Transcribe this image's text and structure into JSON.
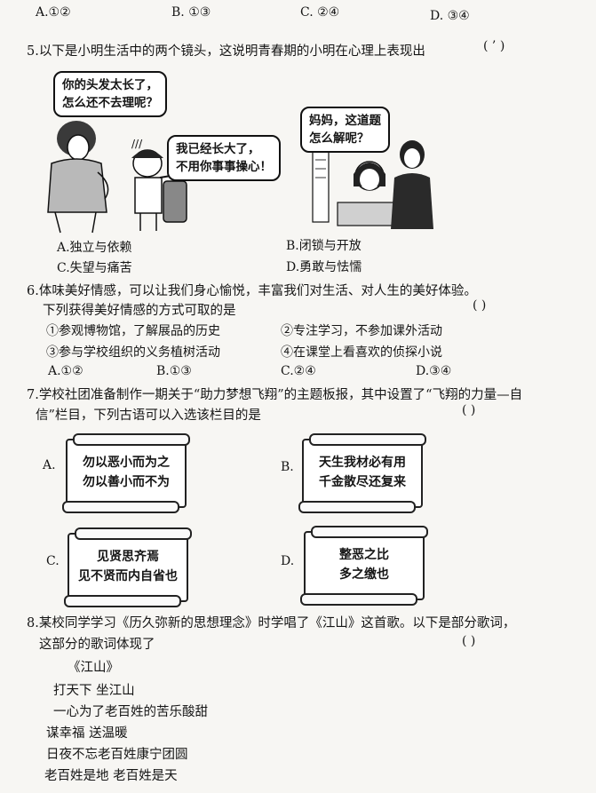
{
  "prev_options": [
    "A.①②",
    "B. ①③",
    "C. ②④",
    "D. ③④"
  ],
  "q5": {
    "stem": "5.以下是小明生活中的两个镜头，这说明青春期的小明在心理上表现出",
    "blank": "(  ’  )",
    "bubble_mom": [
      "你的头发太长了，",
      "怎么还不去理呢？"
    ],
    "bubble_boy": [
      "我已经长大了，",
      "不用你事事操心！"
    ],
    "bubble_girl": [
      "妈妈，这道题",
      "怎么解呢？"
    ],
    "options": [
      "A.独立与依赖",
      "B.闭锁与开放",
      "C.失望与痛苦",
      "D.勇敢与怯懦"
    ]
  },
  "q6": {
    "stem1": "6.体味美好情感，可以让我们身心愉悦，丰富我们对生活、对人生的美好体验。",
    "stem2": "下列获得美好情感的方式可取的是",
    "blank": "(     )",
    "items": [
      "①参观博物馆，了解展品的历史",
      "②专注学习，不参加课外活动",
      "③参与学校组织的义务植树活动",
      "④在课堂上看喜欢的侦探小说"
    ],
    "options": [
      "A.①②",
      "B.①③",
      "C.②④",
      "D.③④"
    ]
  },
  "q7": {
    "stem1": "7.学校社团准备制作一期关于“助力梦想飞翔”的主题板报，其中设置了“飞翔的力量—自",
    "stem2": "信”栏目，下列古语可以入选该栏目的是",
    "blank": "(     )",
    "scrolls": [
      {
        "label": "A.",
        "lines": [
          "勿以恶小而为之",
          "勿以善小而不为"
        ]
      },
      {
        "label": "B.",
        "lines": [
          "天生我材必有用",
          "千金散尽还复来"
        ]
      },
      {
        "label": "C.",
        "lines": [
          "见贤思齐焉",
          "见不贤而内自省也"
        ]
      },
      {
        "label": "D.",
        "lines": [
          "整恶之比",
          "多之缴也"
        ]
      }
    ]
  },
  "q8": {
    "stem1": "8.某校同学学习《历久弥新的思想理念》时学唱了《江山》这首歌。以下是部分歌词，",
    "stem2": "这部分的歌词体现了",
    "blank": "(     )",
    "title": "《江山》",
    "lyrics": [
      "打天下  坐江山",
      "一心为了老百姓的苦乐酸甜",
      "谋幸福  送温暖",
      "日夜不忘老百姓康宁团圆",
      "老百姓是地  老百姓是天"
    ]
  }
}
